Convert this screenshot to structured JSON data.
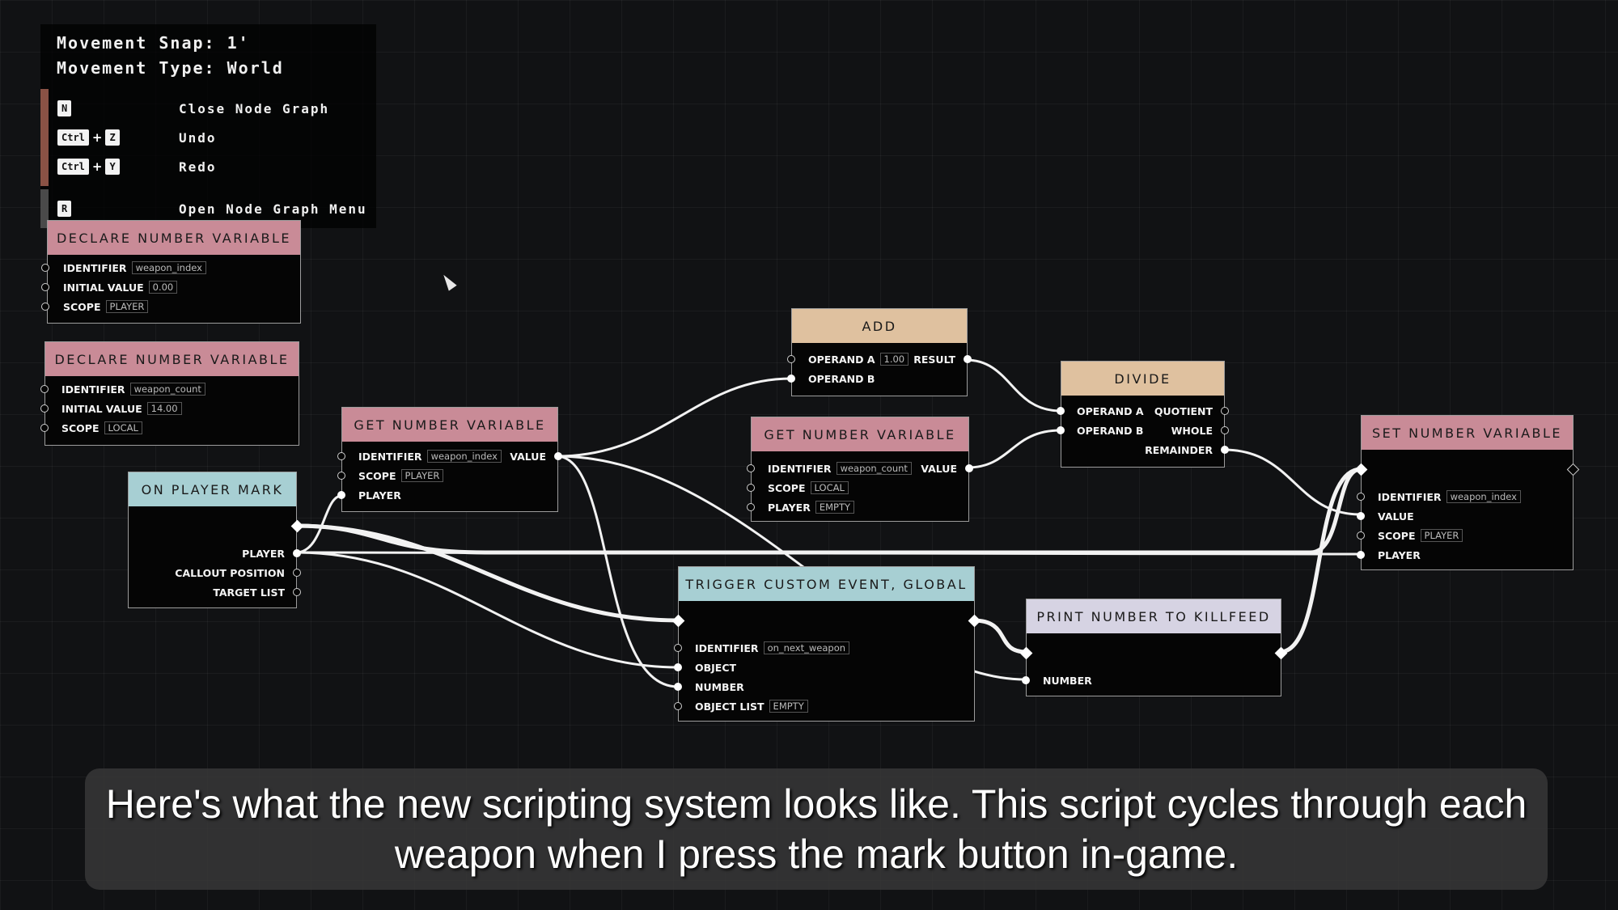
{
  "hud": {
    "movement_snap": "Movement Snap: 1'",
    "movement_type": "Movement Type: World",
    "shortcuts": [
      {
        "keys": [
          "N"
        ],
        "label": "Close Node Graph"
      },
      {
        "keys": [
          "Ctrl",
          "Z"
        ],
        "label": "Undo"
      },
      {
        "keys": [
          "Ctrl",
          "Y"
        ],
        "label": "Redo"
      },
      {
        "keys": [
          "R"
        ],
        "label": "Open Node Graph Menu"
      }
    ]
  },
  "nodes": {
    "declare1": {
      "title": "DECLARE NUMBER VARIABLE",
      "identifier_label": "IDENTIFIER",
      "identifier": "weapon_index",
      "initial_label": "INITIAL VALUE",
      "initial": "0.00",
      "scope_label": "SCOPE",
      "scope": "PLAYER"
    },
    "declare2": {
      "title": "DECLARE NUMBER VARIABLE",
      "identifier_label": "IDENTIFIER",
      "identifier": "weapon_count",
      "initial_label": "INITIAL VALUE",
      "initial": "14.00",
      "scope_label": "SCOPE",
      "scope": "LOCAL"
    },
    "get1": {
      "title": "GET NUMBER VARIABLE",
      "identifier_label": "IDENTIFIER",
      "identifier": "weapon_index",
      "scope_label": "SCOPE",
      "scope": "PLAYER",
      "player_label": "PLAYER",
      "value_label": "VALUE"
    },
    "on_mark": {
      "title": "ON PLAYER MARK",
      "player_label": "PLAYER",
      "callout_label": "CALLOUT POSITION",
      "target_label": "TARGET LIST"
    },
    "add": {
      "title": "ADD",
      "operand_a_label": "OPERAND A",
      "operand_a": "1.00",
      "operand_b_label": "OPERAND B",
      "result_label": "RESULT"
    },
    "get2": {
      "title": "GET NUMBER VARIABLE",
      "identifier_label": "IDENTIFIER",
      "identifier": "weapon_count",
      "scope_label": "SCOPE",
      "scope": "LOCAL",
      "player_label": "PLAYER",
      "player": "EMPTY",
      "value_label": "VALUE"
    },
    "divide": {
      "title": "DIVIDE",
      "operand_a_label": "OPERAND A",
      "operand_b_label": "OPERAND B",
      "quotient_label": "QUOTIENT",
      "whole_label": "WHOLE",
      "remainder_label": "REMAINDER"
    },
    "set": {
      "title": "SET NUMBER VARIABLE",
      "identifier_label": "IDENTIFIER",
      "identifier": "weapon_index",
      "value_label": "VALUE",
      "scope_label": "SCOPE",
      "scope": "PLAYER",
      "player_label": "PLAYER"
    },
    "trigger": {
      "title": "TRIGGER CUSTOM EVENT, GLOBAL",
      "identifier_label": "IDENTIFIER",
      "identifier": "on_next_weapon",
      "object_label": "OBJECT",
      "number_label": "NUMBER",
      "object_list_label": "OBJECT LIST",
      "object_list": "EMPTY"
    },
    "print": {
      "title": "PRINT NUMBER TO KILLFEED",
      "number_label": "NUMBER"
    }
  },
  "subtitle": {
    "line1": "Here's what the new scripting system looks like. This script cycles through each",
    "line2": "weapon when I press the mark button in-game."
  },
  "colors": {
    "background": "#111214",
    "header_pink": "#c98b97",
    "header_tan": "#dfc19f",
    "header_cyan": "#a7cfd3",
    "header_lavender": "#d6d3e3",
    "hud_accent": "#8a5245"
  }
}
